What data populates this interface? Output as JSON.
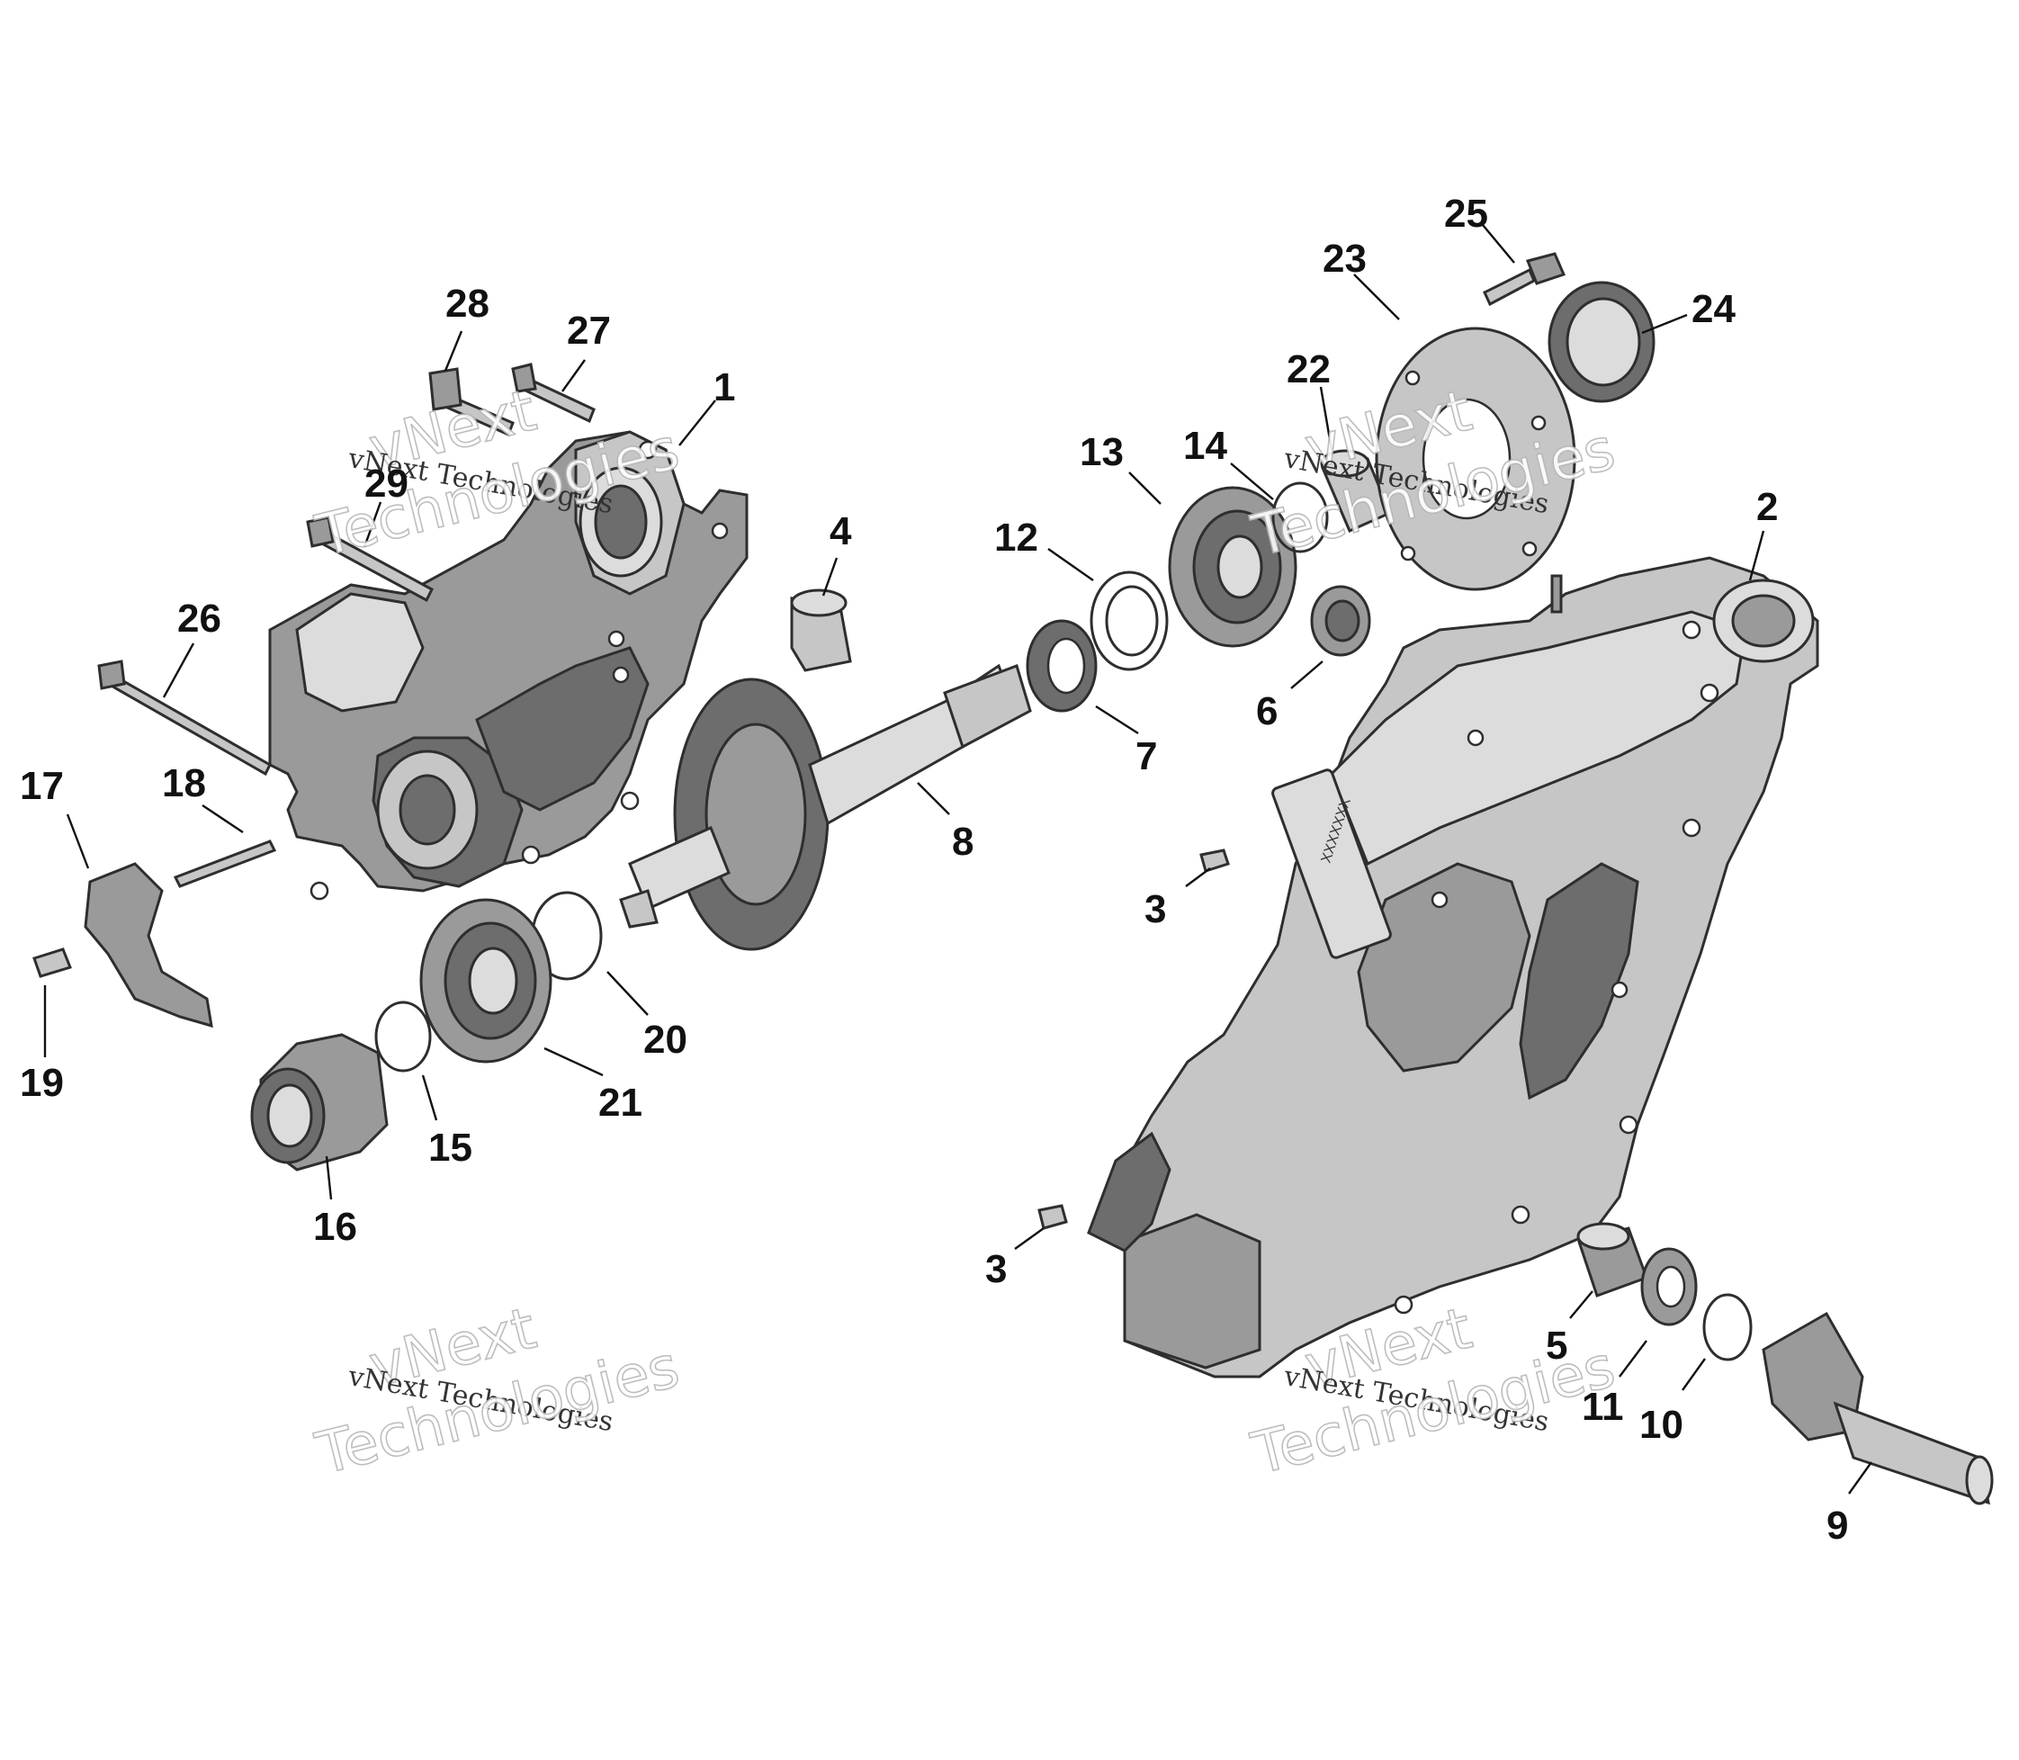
{
  "callouts": [
    {
      "id": "1",
      "label": "1"
    },
    {
      "id": "2",
      "label": "2"
    },
    {
      "id": "3a",
      "label": "3"
    },
    {
      "id": "3b",
      "label": "3"
    },
    {
      "id": "4",
      "label": "4"
    },
    {
      "id": "5",
      "label": "5"
    },
    {
      "id": "6",
      "label": "6"
    },
    {
      "id": "7",
      "label": "7"
    },
    {
      "id": "8",
      "label": "8"
    },
    {
      "id": "9",
      "label": "9"
    },
    {
      "id": "10",
      "label": "10"
    },
    {
      "id": "11",
      "label": "11"
    },
    {
      "id": "12",
      "label": "12"
    },
    {
      "id": "13",
      "label": "13"
    },
    {
      "id": "14",
      "label": "14"
    },
    {
      "id": "15",
      "label": "15"
    },
    {
      "id": "16",
      "label": "16"
    },
    {
      "id": "17",
      "label": "17"
    },
    {
      "id": "18",
      "label": "18"
    },
    {
      "id": "19",
      "label": "19"
    },
    {
      "id": "20",
      "label": "20"
    },
    {
      "id": "21",
      "label": "21"
    },
    {
      "id": "22",
      "label": "22"
    },
    {
      "id": "23",
      "label": "23"
    },
    {
      "id": "24",
      "label": "24"
    },
    {
      "id": "25",
      "label": "25"
    },
    {
      "id": "26",
      "label": "26"
    },
    {
      "id": "27",
      "label": "27"
    },
    {
      "id": "28",
      "label": "28"
    },
    {
      "id": "29",
      "label": "29"
    }
  ],
  "watermark": {
    "line_small": "vNext Technologies",
    "line_big_1": "vNext",
    "line_big_2": "Technologies"
  },
  "housing_label": "XXXXXXX"
}
